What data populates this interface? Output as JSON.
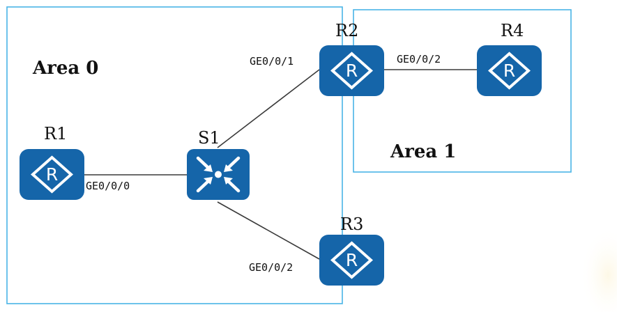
{
  "areas": {
    "area0": {
      "label": "Area 0"
    },
    "area1": {
      "label": "Area 1"
    }
  },
  "devices": {
    "r1": {
      "label": "R1",
      "type": "router"
    },
    "r2": {
      "label": "R2",
      "type": "router"
    },
    "r3": {
      "label": "R3",
      "type": "router"
    },
    "r4": {
      "label": "R4",
      "type": "router"
    },
    "s1": {
      "label": "S1",
      "type": "switch"
    }
  },
  "links": {
    "r1_s1": {
      "port": "GE0/0/0"
    },
    "s1_r2": {
      "port": "GE0/0/1"
    },
    "s1_r3": {
      "port": "GE0/0/2"
    },
    "r2_r4": {
      "port": "GE0/0/2"
    }
  },
  "icon_glyph": "R",
  "colors": {
    "device": "#1565a9",
    "area_border": "#49b4e6"
  }
}
